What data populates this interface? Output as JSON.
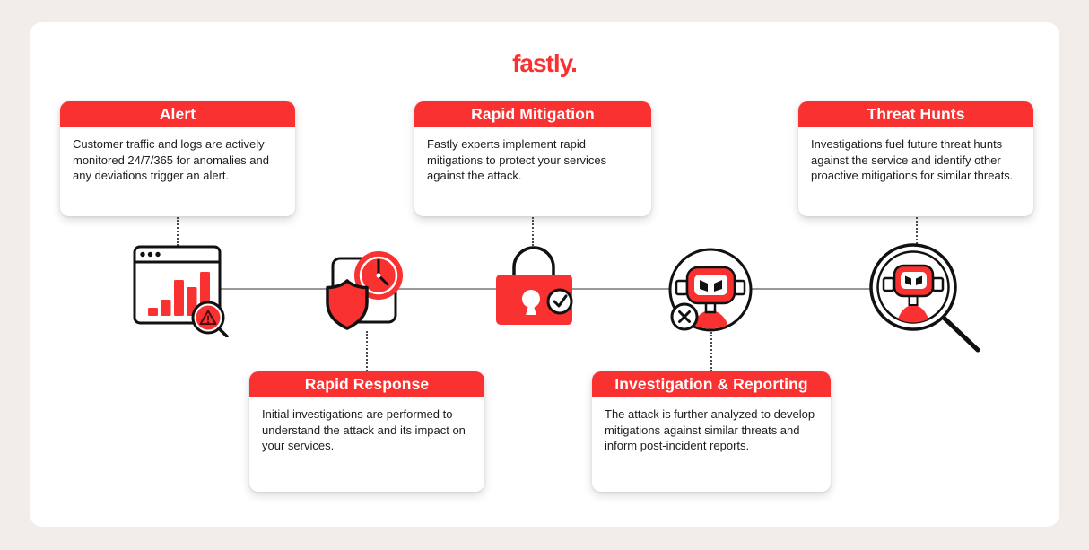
{
  "brand": {
    "logo": "fastly."
  },
  "colors": {
    "background": "#F2EDE9",
    "panel": "#FFFFFF",
    "accent_red": "#F93131",
    "ink": "#111111",
    "line_gray": "#9A9A9A",
    "connector": "#4A4A4A",
    "text": "#1C1C1C"
  },
  "steps": [
    {
      "title": "Alert",
      "description": "Customer traffic and logs are actively monitored 24/7/365 for anomalies and any deviations trigger an alert.",
      "icon": "browser-traffic-alert-icon",
      "position": "top"
    },
    {
      "title": "Rapid Response",
      "description": "Initial investigations are performed to understand the attack and its impact on your services.",
      "icon": "shield-clock-icon",
      "position": "bottom"
    },
    {
      "title": "Rapid Mitigation",
      "description": "Fastly experts implement rapid mitigations to protect your services against the attack.",
      "icon": "lock-check-icon",
      "position": "top"
    },
    {
      "title": "Investigation & Reporting",
      "description": "The attack is further analyzed to develop mitigations against similar threats and inform post-incident reports.",
      "icon": "robot-x-icon",
      "position": "bottom"
    },
    {
      "title": "Threat Hunts",
      "description": "Investigations fuel future threat hunts against the service and identify other proactive mitigations for similar threats.",
      "icon": "robot-magnifier-icon",
      "position": "top"
    }
  ]
}
